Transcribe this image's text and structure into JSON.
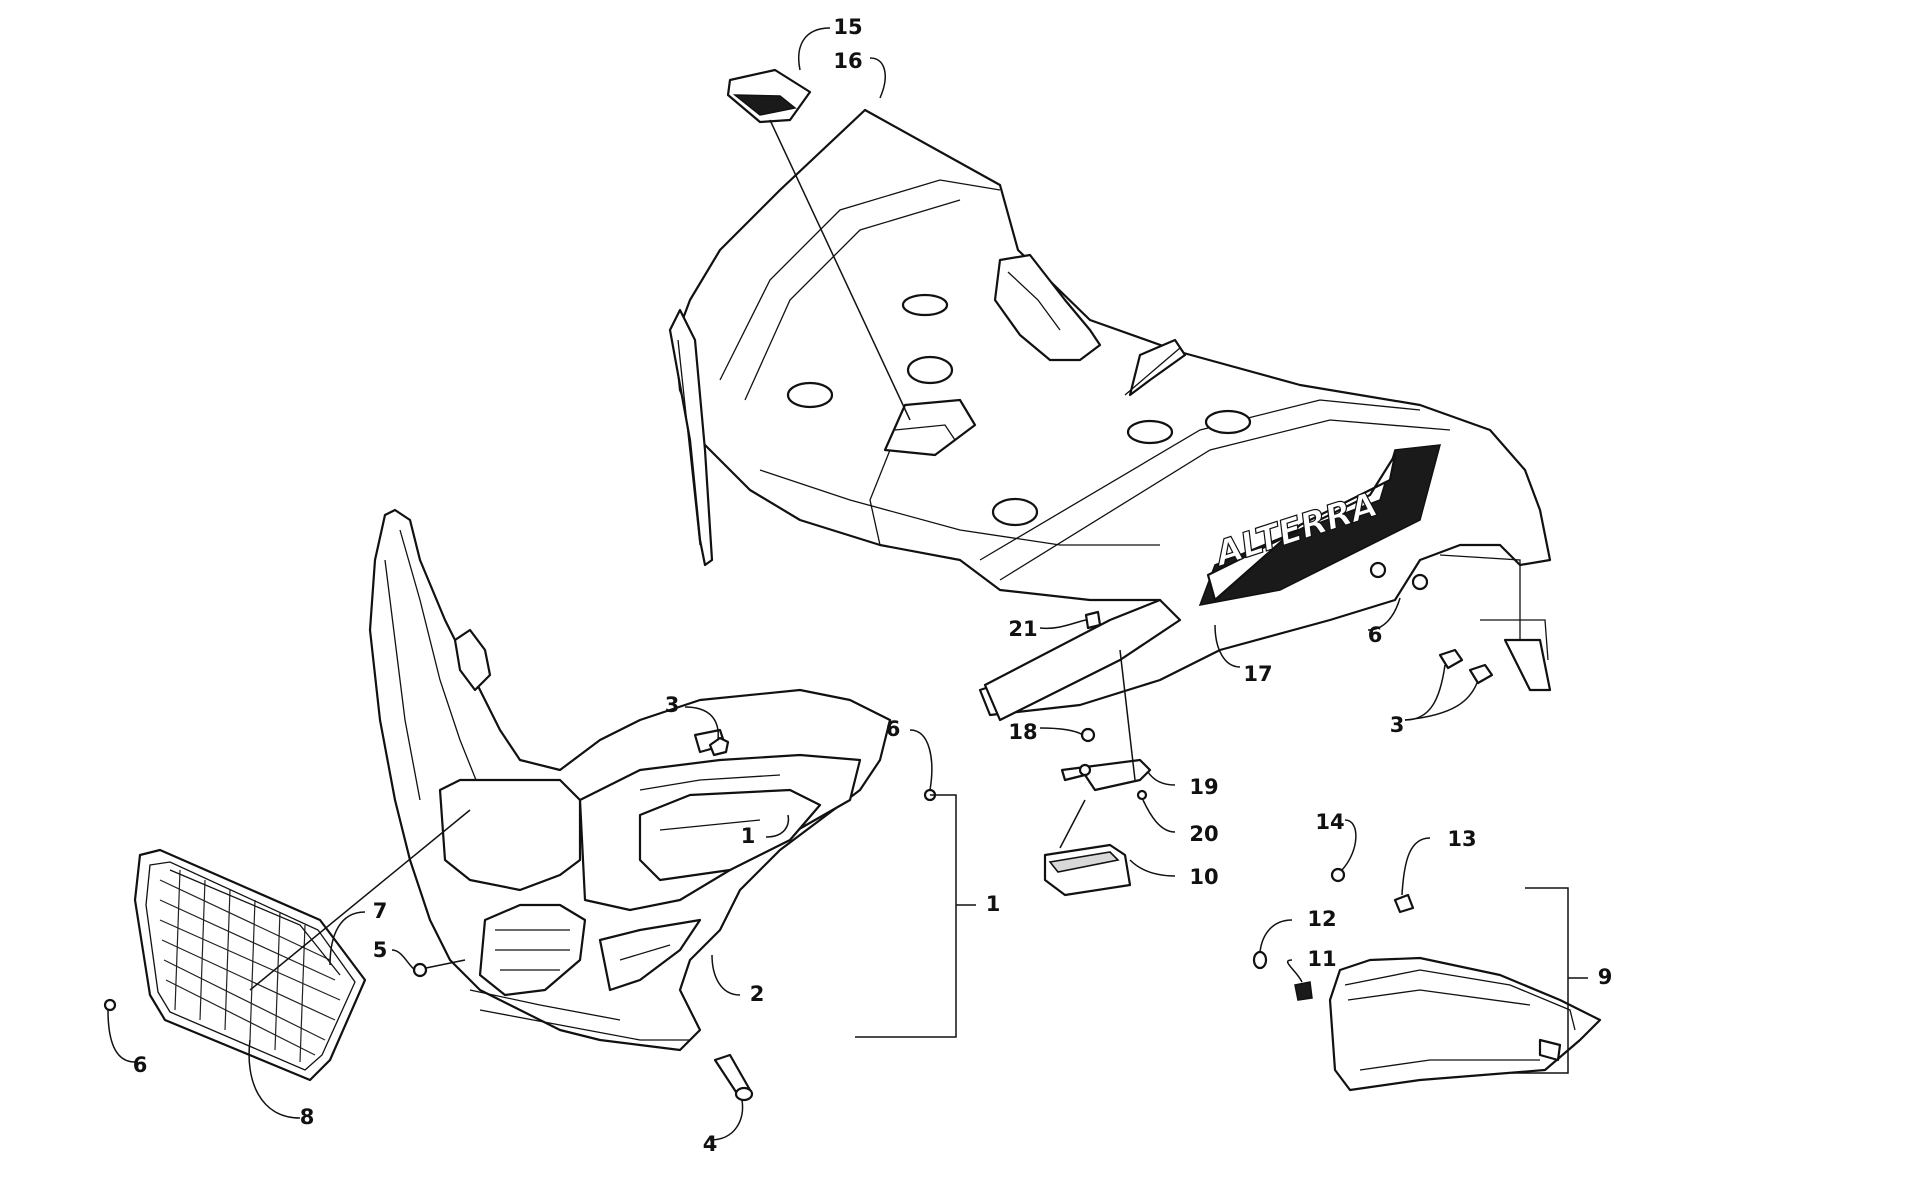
{
  "callouts": {
    "c1a": "1",
    "c1b": "1",
    "c2": "2",
    "c3a": "3",
    "c3b": "3",
    "c4": "4",
    "c5": "5",
    "c6a": "6",
    "c6b": "6",
    "c6c": "6",
    "c7": "7",
    "c8": "8",
    "c9": "9",
    "c10": "10",
    "c11": "11",
    "c12": "12",
    "c13": "13",
    "c14": "14",
    "c15": "15",
    "c16": "16",
    "c17": "17",
    "c18": "18",
    "c19": "19",
    "c20": "20",
    "c21": "21"
  },
  "decal": {
    "text": "ALTERRA"
  }
}
